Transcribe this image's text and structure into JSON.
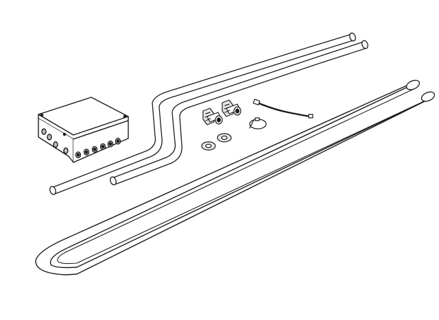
{
  "figure": {
    "background_color": "#ffffff",
    "line_color": "#1a1a1a",
    "gray_fill": "#bfbfbf",
    "light_gray_fill": "#e6e6e6",
    "parts": [
      {
        "name": "junction-box",
        "gland_count": 6
      },
      {
        "name": "bent-rigid-tube",
        "count": 2
      },
      {
        "name": "cable-gland",
        "count": 2
      },
      {
        "name": "gland-lock-ring",
        "count": 2
      },
      {
        "name": "temperature-sensor-cable",
        "count": 1
      },
      {
        "name": "cable-tie",
        "count": 1
      },
      {
        "name": "u-shaped-flexible-hose",
        "count": 1
      }
    ]
  }
}
